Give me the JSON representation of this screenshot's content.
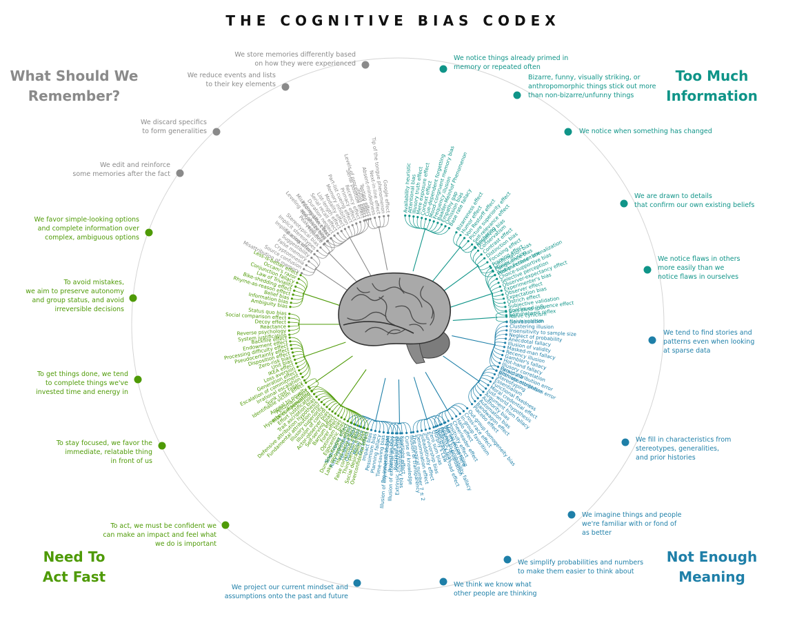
{
  "title": "THE COGNITIVE BIAS CODEX",
  "quadrants": {
    "top_left": [
      "What Should We",
      "Remember?"
    ],
    "top_right": [
      "Too Much",
      "Information"
    ],
    "bottom_left": [
      "Need To",
      "Act Fast"
    ],
    "bottom_right": [
      "Not Enough",
      "Meaning"
    ]
  },
  "colors": {
    "remember": "#8a8a8a",
    "information": "#0f9488",
    "act": "#4e9a06",
    "meaning": "#1e7fa8",
    "circle": "#d4d4d4"
  },
  "groups": [
    {
      "strategy": [
        "We notice things already primed in",
        "memory or repeated often"
      ],
      "color": "#0f9488",
      "biases": [
        "Availability heuristic",
        "Attentional bias",
        "Illusory truth effect",
        "Mere exposure effect",
        "Context effect",
        "Cue-dependent forgetting",
        "Mood-congruent memory bias",
        "Frequency illusion",
        "Baader-Meinhof Phenomenon",
        "Empathy gap",
        "Omission bias",
        "Base rate fallacy"
      ]
    },
    {
      "strategy": [
        "Bizarre, funny, visually striking, or",
        "anthropomorphic things stick out more",
        "than non-bizarre/unfunny things"
      ],
      "color": "#0f9488",
      "biases": [
        "Bizarreness effect",
        "Humor effect",
        "Von Restorff effect",
        "Picture superiority effect",
        "Self-relevance effect",
        "Negativity bias"
      ]
    },
    {
      "strategy": [
        "We notice when something has changed"
      ],
      "color": "#0f9488",
      "biases": [
        "Anchoring",
        "Conservatism",
        "Contrast effect",
        "Distinction bias",
        "Focusing effect",
        "Framing effect",
        "Money illusion",
        "Weber-Fechner law"
      ]
    },
    {
      "strategy": [
        "We are drawn to details",
        "that confirm our own existing beliefs"
      ],
      "color": "#0f9488",
      "biases": [
        "Confirmation bias",
        "Congruence bias",
        "Post-purchase rationalization",
        "Choice-supportive bias",
        "Selective perception",
        "Observer-expectancy effect",
        "Experimenter's bias",
        "Observer effect",
        "Expectation bias",
        "Ostrich effect",
        "Subjective validation",
        "Continued influence effect",
        "Semmelweis reflex"
      ]
    },
    {
      "strategy": [
        "We notice flaws in others",
        "more easily than we",
        "notice flaws in ourselves"
      ],
      "color": "#0f9488",
      "biases": [
        "Bias blind spot",
        "Naive cynicism",
        "Naive realism"
      ]
    },
    {
      "strategy": [
        "We tend to find stories and",
        "patterns even when looking",
        "at sparse data"
      ],
      "color": "#1e7fa8",
      "biases": [
        "Confabulation",
        "Clustering illusion",
        "Insensitivity to sample size",
        "Neglect of probability",
        "Anecdotal fallacy",
        "Illusion of validity",
        "Masked-man fallacy",
        "Recency illusion",
        "Gambler's fallacy",
        "Hot-hand fallacy",
        "Illusory correlation",
        "Pareidolia",
        "Anthropomorphism"
      ]
    },
    {
      "strategy": [
        "We fill in characteristics from",
        "stereotypes, generalities,",
        "and prior histories"
      ],
      "color": "#1e7fa8",
      "biases": [
        "Group attribution error",
        "Ultimate attribution error",
        "Stereotyping",
        "Essentialism",
        "Functional fixedness",
        "Moral credential effect",
        "Just-world hypothesis",
        "Argument from fallacy",
        "Authority bias",
        "Automation bias",
        "Bandwagon effect",
        "Placebo effect"
      ]
    },
    {
      "strategy": [
        "We imagine things and people",
        "we're familiar with or fond of",
        "as better"
      ],
      "color": "#1e7fa8",
      "biases": [
        "Out-group homogeneity bias",
        "Cross-race effect",
        "In-group favoritism",
        "Halo effect",
        "Cheerleader effect",
        "Positivity effect",
        "Not invented here",
        "Reactive devaluation",
        "Well-traveled road effect"
      ]
    },
    {
      "strategy": [
        "We simplify probabilities and numbers",
        "to make them easier to think about"
      ],
      "color": "#1e7fa8",
      "biases": [
        "Mental accounting",
        "Appeal to probability fallacy",
        "Normalcy bias",
        "Murphy's Law",
        "Zero sum bias",
        "Survivorship bias",
        "Subadditivity effect",
        "Denomination effect",
        "The magical number 7 ± 2"
      ]
    },
    {
      "strategy": [
        "We think we know what",
        "other people are thinking"
      ],
      "color": "#1e7fa8",
      "biases": [
        "Illusion of transparency",
        "Curse of knowledge",
        "Spotlight effect",
        "Extrinsic incentive error",
        "Illusion of external agency",
        "Illusion of asymmetric insight"
      ]
    },
    {
      "strategy": [
        "We project our current mindset and",
        "assumptions onto the past and future"
      ],
      "color": "#1e7fa8",
      "biases": [
        "Self-consistency bias",
        "Restraint bias",
        "Projection bias",
        "Pro-innovation bias",
        "Time-saving bias",
        "Planning fallacy",
        "Pessimism bias",
        "Impact bias",
        "Declinism",
        "Moral luck",
        "Outcome bias",
        "Hindsight bias",
        "Rosy retrospection",
        "Telescoping effect"
      ]
    },
    {
      "strategy": [
        "To act, we must be confident we",
        "can make an impact and feel what",
        "we do is important"
      ],
      "color": "#4e9a06",
      "biases": [
        "Overconfidence effect",
        "Social desirability bias",
        "Third-person effect",
        "False consensus effect",
        "Hard-easy effect",
        "Lake Wobegone effect",
        "Dunning-Kruger effect",
        "Egocentric bias",
        "Optimism bias",
        "Forer effect",
        "Barnum effect",
        "Self-serving bias",
        "Actor-observer bias",
        "Illusion of control",
        "Illusory superiority",
        "Fundamental attribution error",
        "Defensive attribution hypothesis",
        "Trait ascription bias",
        "Effort justification",
        "Risk compensation",
        "Peltzman effect"
      ]
    },
    {
      "strategy": [
        "To stay focused, we favor the",
        "immediate, relatable thing",
        "in front of us"
      ],
      "color": "#4e9a06",
      "biases": [
        "Hyperbolic discounting",
        "Appeal to novelty",
        "Identifiable victim effect"
      ]
    },
    {
      "strategy": [
        "To get things done, we tend",
        "to complete things we've",
        "invested time and energy in"
      ],
      "color": "#4e9a06",
      "biases": [
        "Sunk cost fallacy",
        "Irrational escalation",
        "Escalation of commitment",
        "Generation effect",
        "Loss aversion",
        "IKEA effect",
        "Unit bias",
        "Zero-risk bias",
        "Disposition effect",
        "Pseudocertainty effect",
        "Processing difficulty effect",
        "Endowment effect",
        "Backfire effect"
      ]
    },
    {
      "strategy": [
        "To avoid mistakes,",
        "we aim to preserve autonomy",
        "and group status, and avoid",
        "irreversible decisions"
      ],
      "color": "#4e9a06",
      "biases": [
        "System justification",
        "Reverse psychology",
        "Reactance",
        "Decoy effect",
        "Social comparison effect",
        "Status quo bias"
      ]
    },
    {
      "strategy": [
        "We favor simple-looking options",
        "and complete information over",
        "complex, ambiguous options"
      ],
      "color": "#4e9a06",
      "biases": [
        "Ambiguity bias",
        "Information bias",
        "Belief bias",
        "Rhyme-as-reason effect",
        "Bike-shedding effect",
        "Law of Triviality",
        "Conjunction fallacy",
        "Occam's razor",
        "Less-is-better effect"
      ]
    },
    {
      "strategy": [
        "We edit and reinforce",
        "some memories after the fact"
      ],
      "color": "#8a8a8a",
      "biases": [
        "Misattribution of memory",
        "Source confusion",
        "Cryptomnesia",
        "False memory",
        "Suggestibility",
        "Spacing effect"
      ]
    },
    {
      "strategy": [
        "We discard specifics",
        "to form generalities"
      ],
      "color": "#8a8a8a",
      "biases": [
        "Implicit association",
        "Implicit stereotypes",
        "Stereotypical bias",
        "Prejudice",
        "Negativity bias",
        "Fading affect bias"
      ]
    },
    {
      "strategy": [
        "We reduce events and lists",
        "to their key elements"
      ],
      "color": "#8a8a8a",
      "biases": [
        "Peak-end rule",
        "Leveling and sharpening",
        "Misinformation effect",
        "Duration neglect",
        "Serial recall effect",
        "List-length effect",
        "Modality effect",
        "Memory inhibition",
        "Part-list cueing effect",
        "Primacy effect",
        "Recency effect",
        "Serial position effect",
        "Suffix effect"
      ]
    },
    {
      "strategy": [
        "We store memories differently based",
        "on how they were experienced"
      ],
      "color": "#8a8a8a",
      "biases": [
        "Levels of processing effect",
        "Testing effect",
        "Absent-mindedness",
        "Next-in-line effect",
        "Tip of the tongue phenomenon",
        "Google effect"
      ]
    }
  ]
}
